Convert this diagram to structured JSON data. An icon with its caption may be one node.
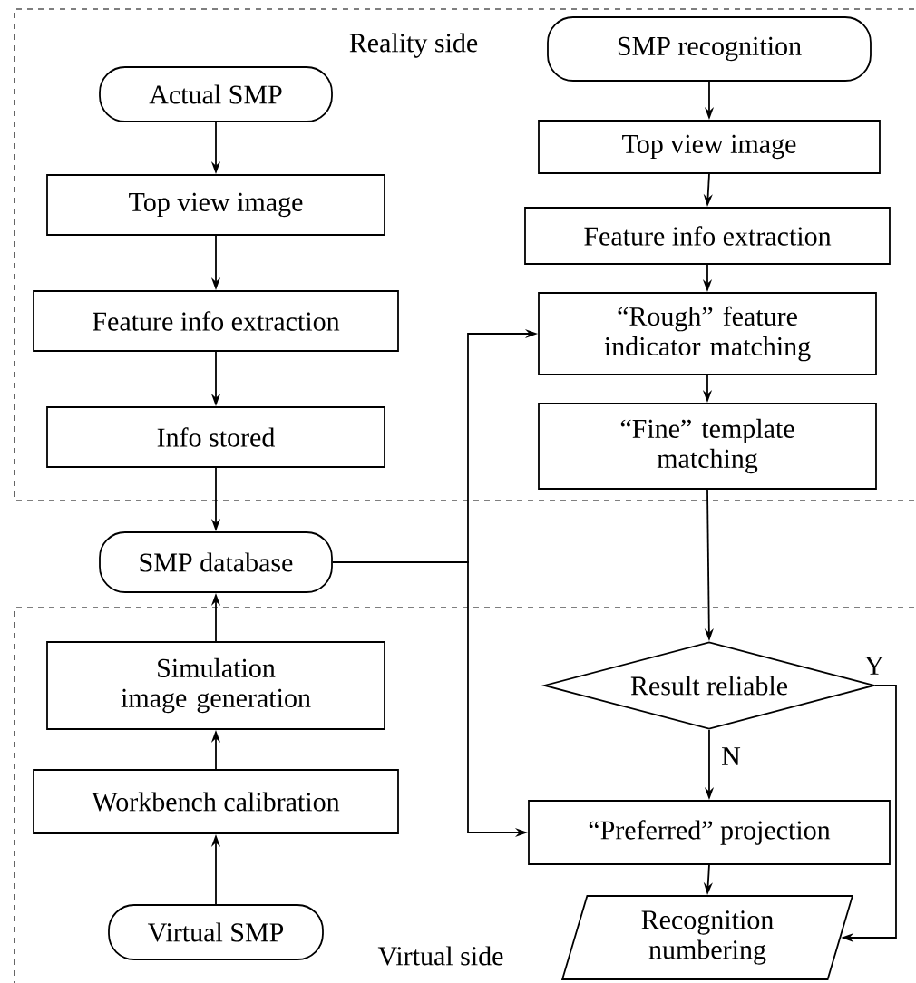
{
  "diagram": {
    "nodes": [
      {
        "text": [
          "Reality side"
        ]
      },
      {
        "text": [
          "Actual SMP"
        ],
        "in": 0
      },
      {
        "text": [
          "Top view image"
        ],
        "in": 0
      },
      {
        "text": [
          "Feature info extraction"
        ],
        "in": 0
      },
      {
        "text": [
          "Info stored"
        ],
        "in": 0
      },
      {
        "text": [
          "SMP recognition"
        ],
        "in": 0
      },
      {
        "text": [
          "Top view image"
        ],
        "in": 0
      },
      {
        "text": [
          "Feature info extraction"
        ],
        "in": 0
      },
      {
        "text": [
          "“Rough” feature indicator matching"
        ],
        "in": 0
      },
      {
        "text": [
          "“Fine” template matching"
        ],
        "in": 0
      },
      {
        "text": [
          "SMP database"
        ]
      },
      {
        "text": [
          "Virtual side"
        ]
      },
      {
        "text": [
          "Simulation image generation"
        ],
        "in": 11
      },
      {
        "text": [
          "Workbench calibration"
        ],
        "in": 11
      },
      {
        "text": [
          "Virtual SMP"
        ],
        "in": 11
      },
      {
        "text": [
          "Result reliable"
        ],
        "in": 11
      },
      {
        "text": [
          "“Preferred” projection"
        ],
        "in": 11
      },
      {
        "text": [
          "Recognition numbering"
        ],
        "in": 11
      }
    ],
    "edges": [
      {
        "from": 1,
        "to": 2,
        "arrow": "to"
      },
      {
        "from": 2,
        "to": 3,
        "arrow": "to"
      },
      {
        "from": 3,
        "to": 4,
        "arrow": "to"
      },
      {
        "from": 4,
        "to": 10,
        "arrow": "to"
      },
      {
        "from": 5,
        "to": 6,
        "arrow": "to"
      },
      {
        "from": 6,
        "to": 7,
        "arrow": "to"
      },
      {
        "from": 7,
        "to": 8,
        "arrow": "to"
      },
      {
        "from": 8,
        "to": 9,
        "arrow": "to"
      },
      {
        "from": 10,
        "to": 8,
        "arrow": "to"
      },
      {
        "from": 10,
        "to": 16,
        "arrow": "to"
      },
      {
        "from": 9,
        "to": 15,
        "arrow": "to"
      },
      {
        "from": 15,
        "to": 16,
        "arrow": "to",
        "label": "N"
      },
      {
        "from": 15,
        "to": 17,
        "arrow": "to",
        "label": "Y"
      },
      {
        "from": 16,
        "to": 17,
        "arrow": "to"
      },
      {
        "from": 14,
        "to": 13,
        "arrow": "to"
      },
      {
        "from": 13,
        "to": 12,
        "arrow": "to"
      },
      {
        "from": 12,
        "to": 10,
        "arrow": "to"
      }
    ]
  }
}
